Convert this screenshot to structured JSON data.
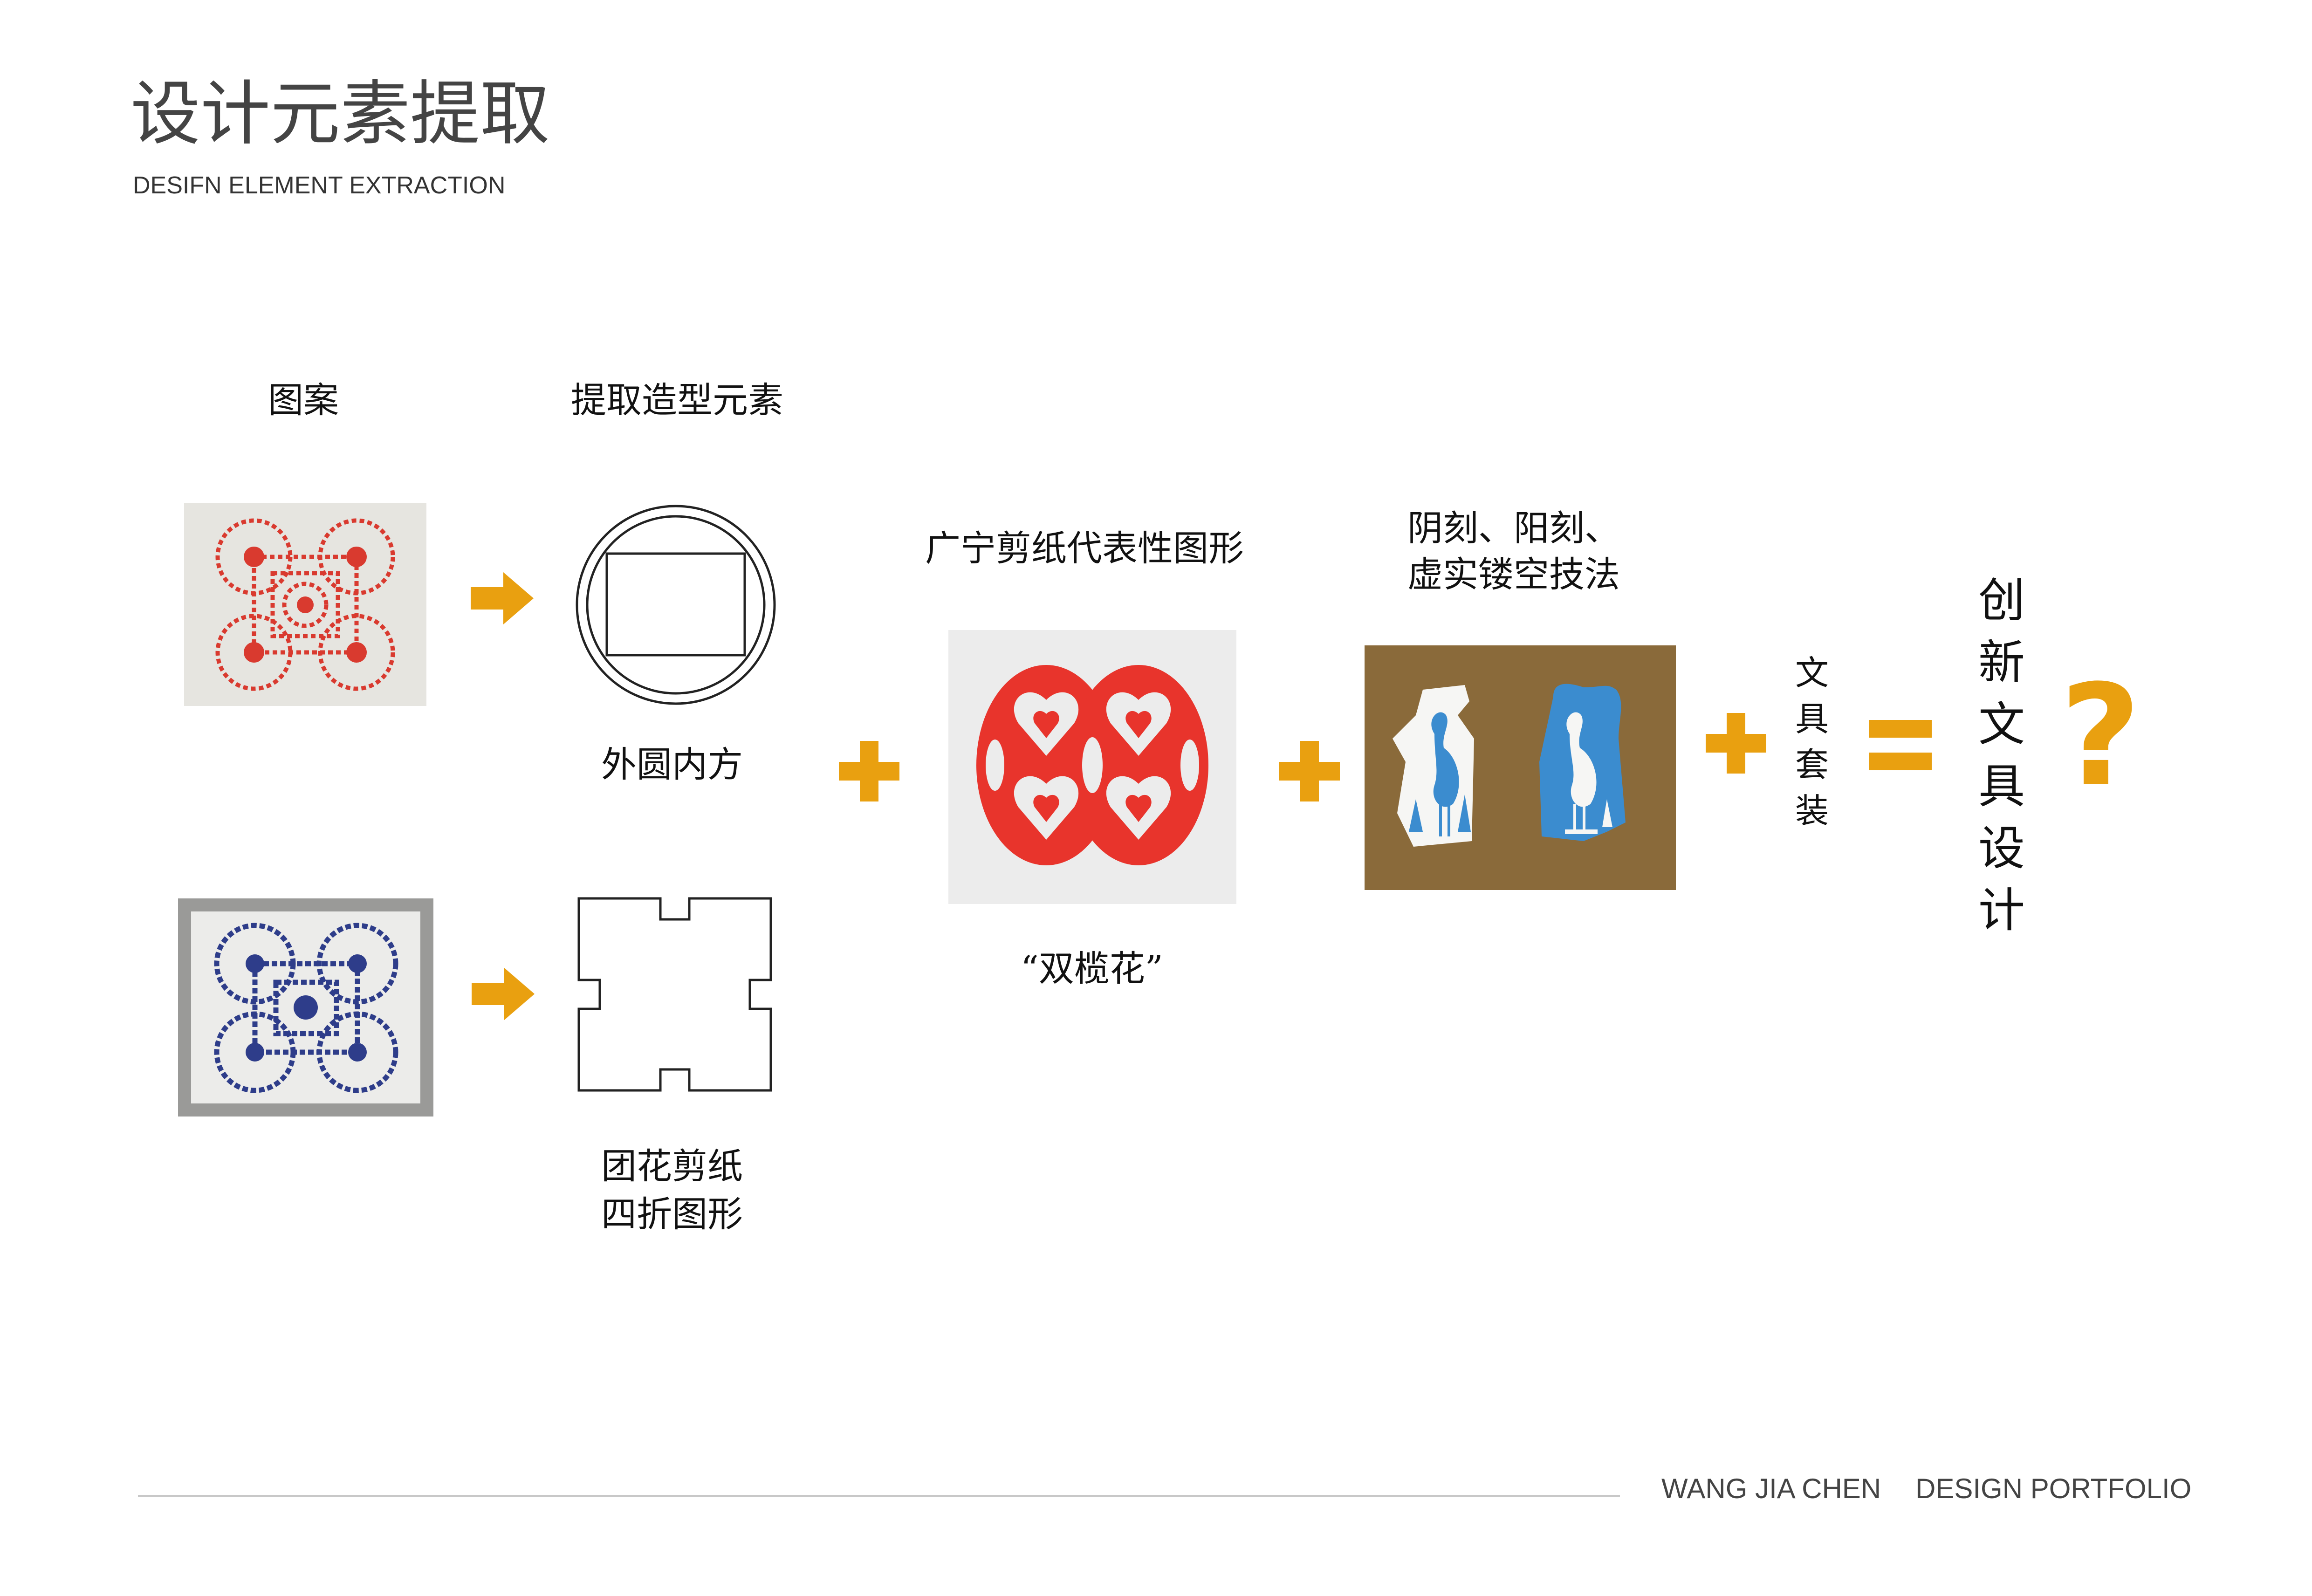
{
  "header": {
    "title": "设计元素提取",
    "subtitle": "DESIFN  ELEMENT EXTRACTION"
  },
  "columns": {
    "pattern_label": "图案",
    "extract_label": "提取造型元素"
  },
  "items": {
    "outer_circle_label": "外圆内方",
    "fold_label_line1": "团花剪纸",
    "fold_label_line2": "四折图形",
    "representative_label": "广宁剪纸代表性图形",
    "double_flower_label": "“双榄花”",
    "technique_line1": "阴刻、阳刻、",
    "technique_line2": "虚实镂空技法"
  },
  "stationery_chars": [
    "文",
    "具",
    "套",
    "装"
  ],
  "result_chars": [
    "创",
    "新",
    "文",
    "具",
    "设",
    "计"
  ],
  "symbols": {
    "question": "?"
  },
  "footer": {
    "author": "WANG JIA CHEN",
    "portfolio": "DESIGN PORTFOLIO"
  },
  "colors": {
    "accent": "#E9A010",
    "papercut_red": "#E8342C",
    "papercut_blue": "#2E3D8A",
    "crane_blue": "#3B8CCF",
    "kraft": "#8A6A3A"
  }
}
